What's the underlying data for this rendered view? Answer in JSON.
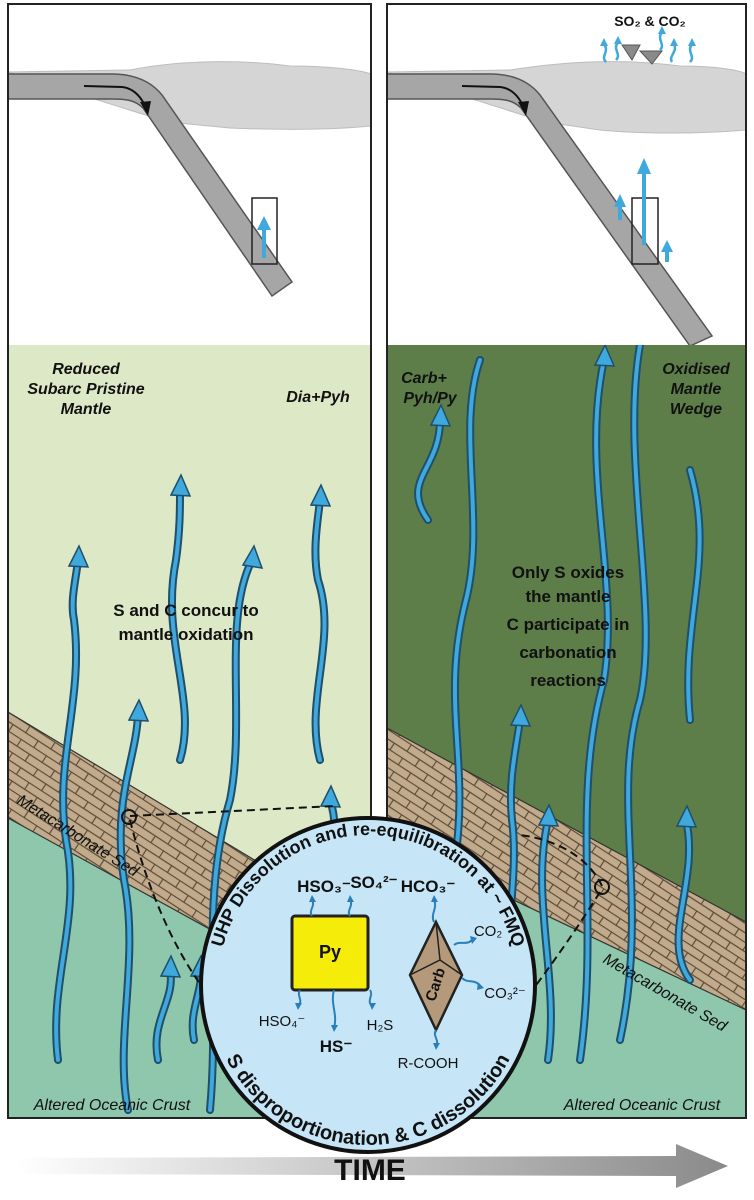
{
  "colors": {
    "light_mantle": "#dde8c7",
    "dark_mantle": "#5e7e49",
    "oceanic_crust": "#8fc7ac",
    "sediment": "#c2ab8c",
    "slab": "#a6a6a6",
    "arc": "#d5d5d5",
    "fluid_outline": "#1f4f6b",
    "fluid": "#3fa8dd",
    "pyrite": "#f5ec0a",
    "carbonate": "#b49a7a",
    "circle_fill": "#c6e6f7",
    "time_arrow": "#8a8a8a"
  },
  "left_panel": {
    "mantle_label_line1": "Reduced",
    "mantle_label_line2": "Subarc Pristine",
    "mantle_label_line3": "Mantle",
    "phase_label": "Dia+Pyh",
    "process_line1": "S and C concur to",
    "process_line2": "mantle oxidation",
    "sediment_label": "Metacarbonate Sed",
    "crust_label": "Altered Oceanic Crust"
  },
  "right_panel": {
    "gas_label": "SO₂ & CO₂",
    "phase_line1": "Carb+",
    "phase_line2": "Pyh/Py",
    "mantle_label_line1": "Oxidised",
    "mantle_label_line2": "Mantle",
    "mantle_label_line3": "Wedge",
    "process_line1": "Only S oxides",
    "process_line2": "the mantle",
    "process_line3": "C participate in",
    "process_line4": "carbonation",
    "process_line5": "reactions",
    "sediment_label": "Metacarbonate Sed",
    "crust_label": "Altered Oceanic Crust"
  },
  "inset": {
    "top_arc_text": "UHP Dissolution and re-equilibration at ~ FMQ",
    "bottom_arc_text": "S disproportionation & C dissolution",
    "pyrite_label": "Py",
    "carbonate_label": "Carb",
    "species_hso3": "HSO₃⁻",
    "species_so4": "SO₄²⁻",
    "species_hso4": "HSO₄⁻",
    "species_h2s": "H₂S",
    "species_hs": "HS⁻",
    "species_hco3": "HCO₃⁻",
    "species_co2": "CO₂",
    "species_co3": "CO₃²⁻",
    "species_rcooh": "R-COOH"
  },
  "time_label": "TIME"
}
